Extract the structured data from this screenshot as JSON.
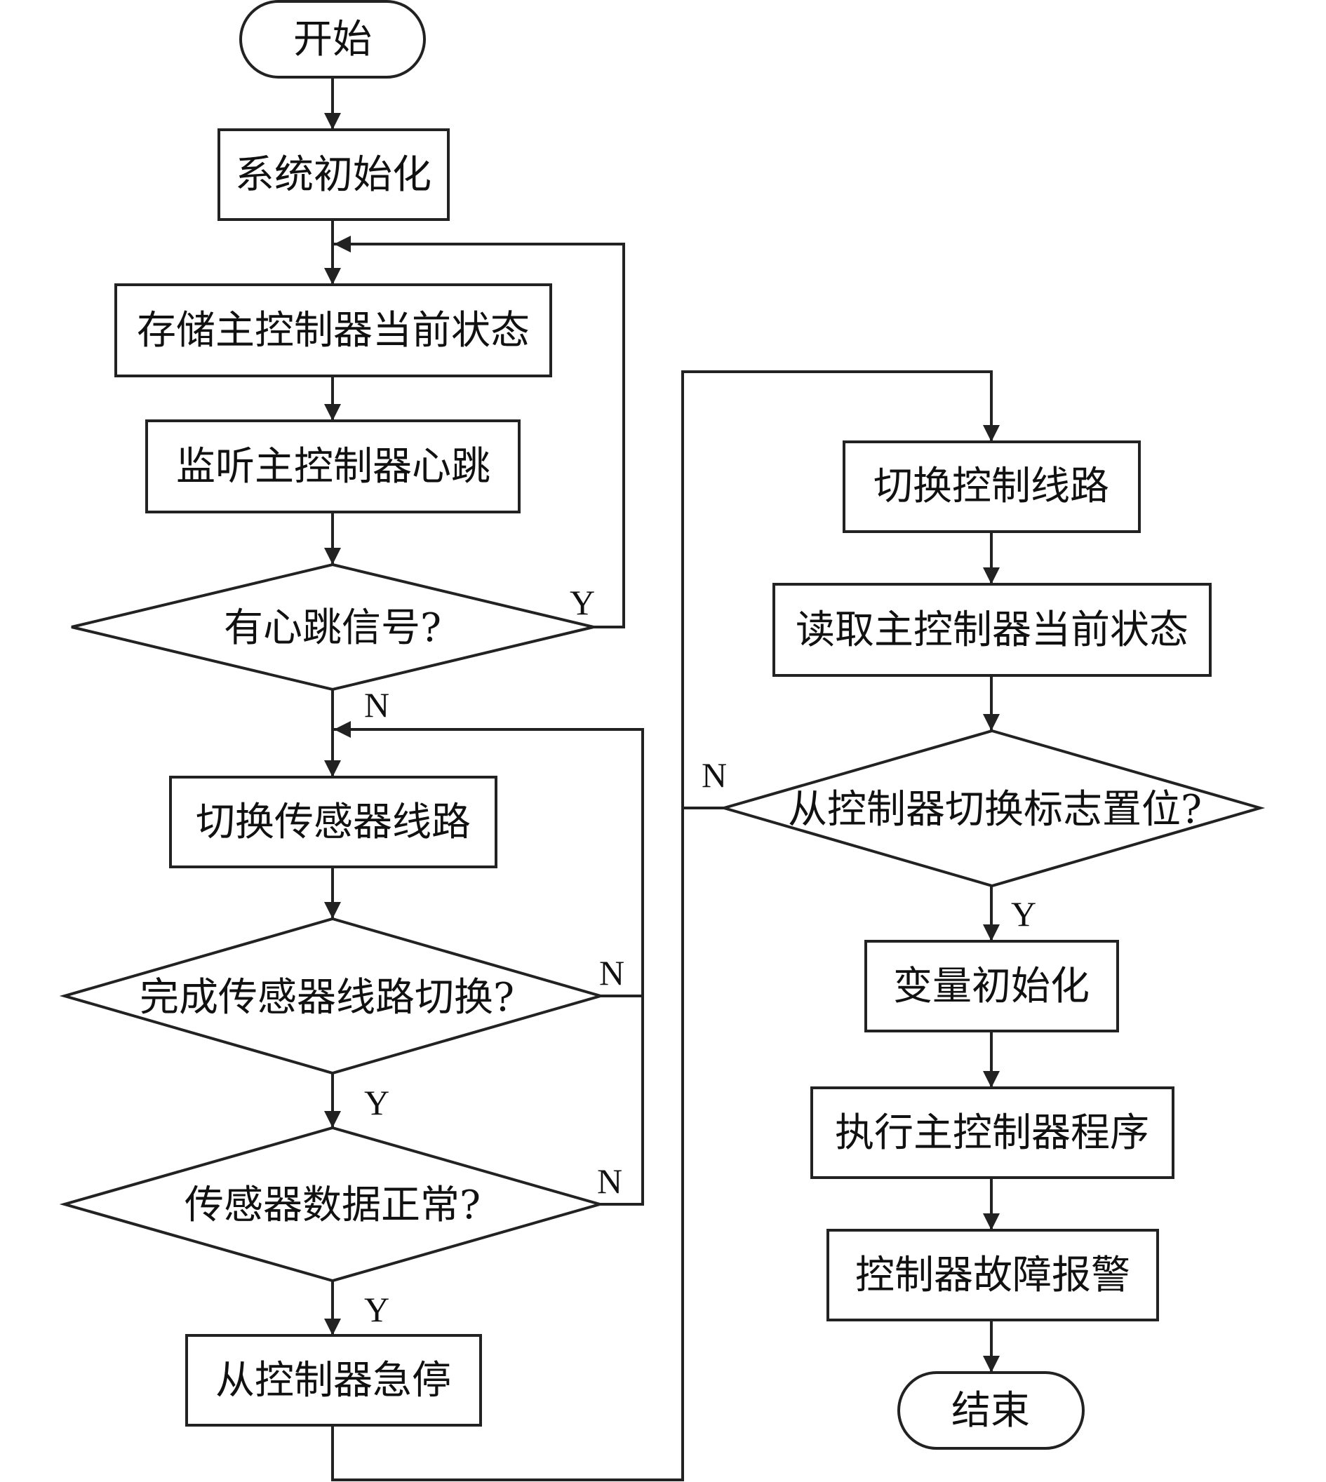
{
  "nodes": {
    "start": "开始",
    "sys_init": "系统初始化",
    "store_state": "存储主控制器当前状态",
    "listen": "监听主控制器心跳",
    "has_heartbeat": "有心跳信号?",
    "switch_sensor": "切换传感器线路",
    "switch_done": "完成传感器线路切换?",
    "sensor_ok": "传感器数据正常?",
    "slave_estop": "从控制器急停",
    "switch_ctrl": "切换控制线路",
    "read_state": "读取主控制器当前状态",
    "flag_set": "从控制器切换标志置位?",
    "var_init": "变量初始化",
    "exec_master": "执行主控制器程序",
    "fault_alarm": "控制器故障报警",
    "end": "结束"
  },
  "labels": {
    "yes": "Y",
    "no": "N"
  },
  "colors": {
    "stroke": "#222222",
    "fill": "#ffffff",
    "text": "#111111"
  }
}
